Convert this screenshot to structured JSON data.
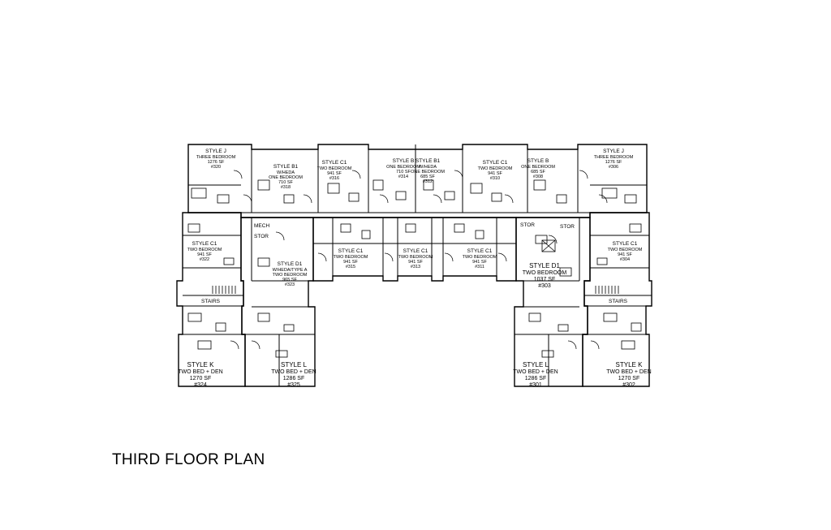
{
  "caption": "THIRD FLOOR PLAN",
  "units": [
    {
      "style": "STYLE J",
      "type": "THREE BEDROOM",
      "area": "1276 SF",
      "num": "#320"
    },
    {
      "style": "STYLE B1",
      "type_line1": "W/HEDA",
      "type": "ONE BEDROOM",
      "area": "710 SF",
      "num": "#318"
    },
    {
      "style": "STYLE C1",
      "type": "TWO BEDROOM",
      "area": "941 SF",
      "num": "#316"
    },
    {
      "style": "STYLE B",
      "type": "ONE BEDROOM",
      "area": "710 SF",
      "num": "#314"
    },
    {
      "style": "STYLE B1",
      "type_line1": "W/HEDA",
      "type": "ONE BEDROOM",
      "area": "685 SF",
      "num": "#312"
    },
    {
      "style": "STYLE C1",
      "type": "TWO BEDROOM",
      "area": "941 SF",
      "num": "#310"
    },
    {
      "style": "STYLE B",
      "type": "ONE BEDROOM",
      "area": "685 SF",
      "num": "#308"
    },
    {
      "style": "STYLE J",
      "type": "THREE BEDROOM",
      "area": "1276 SF",
      "num": "#306"
    },
    {
      "style": "STYLE C1",
      "type": "TWO BEDROOM",
      "area": "941 SF",
      "num": "#322"
    },
    {
      "style": "STYLE D1",
      "type_line1": "W/HEDA/TYPE A",
      "type": "TWO BEDROOM",
      "area": "965 SF",
      "num": "#323"
    },
    {
      "style": "STYLE C1",
      "type": "TWO BEDROOM",
      "area": "941 SF",
      "num": "#315"
    },
    {
      "style": "STYLE C1",
      "type": "TWO BEDROOM",
      "area": "941 SF",
      "num": "#313"
    },
    {
      "style": "STYLE C1",
      "type": "TWO BEDROOM",
      "area": "941 SF",
      "num": "#311"
    },
    {
      "style": "STYLE D1",
      "type": "TWO BEDROOM",
      "area": "1037 SF",
      "num": "#303"
    },
    {
      "style": "STYLE C1",
      "type": "TWO BEDROOM",
      "area": "941 SF",
      "num": "#304"
    },
    {
      "style": "STYLE K",
      "type": "TWO BED + DEN",
      "area": "1270 SF",
      "num": "#324"
    },
    {
      "style": "STYLE L",
      "type": "TWO BED + DEN",
      "area": "1286 SF",
      "num": "#325"
    },
    {
      "style": "STYLE L",
      "type": "TWO BED + DEN",
      "area": "1286 SF",
      "num": "#301"
    },
    {
      "style": "STYLE K",
      "type": "TWO BED + DEN",
      "area": "1270 SF",
      "num": "#302"
    }
  ],
  "rooms": {
    "mech": "MECH",
    "stor": "STOR",
    "stairs": "STAIRS"
  }
}
